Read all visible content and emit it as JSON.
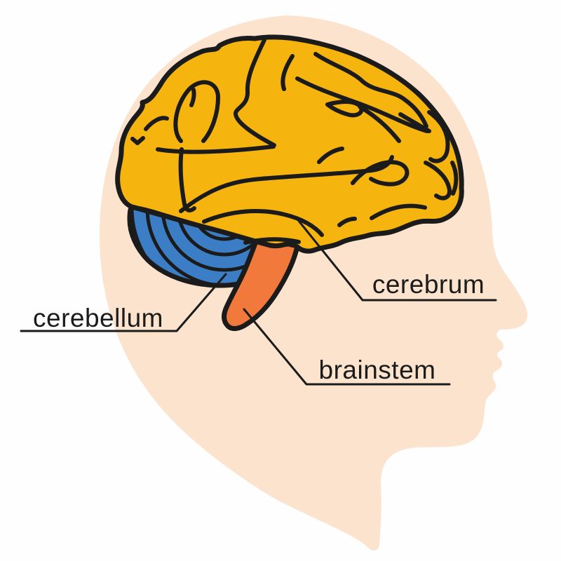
{
  "labels": {
    "cerebrum": "cerebrum",
    "cerebellum": "cerebellum",
    "brainstem": "brainstem"
  },
  "colors": {
    "background": "#fefefe",
    "head_silhouette": "#fbe3cd",
    "cerebrum_fill": "#f6b40e",
    "cerebellum_fill": "#3b7ec6",
    "brainstem_fill": "#f2793c",
    "outline": "#1b1b1b",
    "label_text": "#1b1b1b"
  }
}
